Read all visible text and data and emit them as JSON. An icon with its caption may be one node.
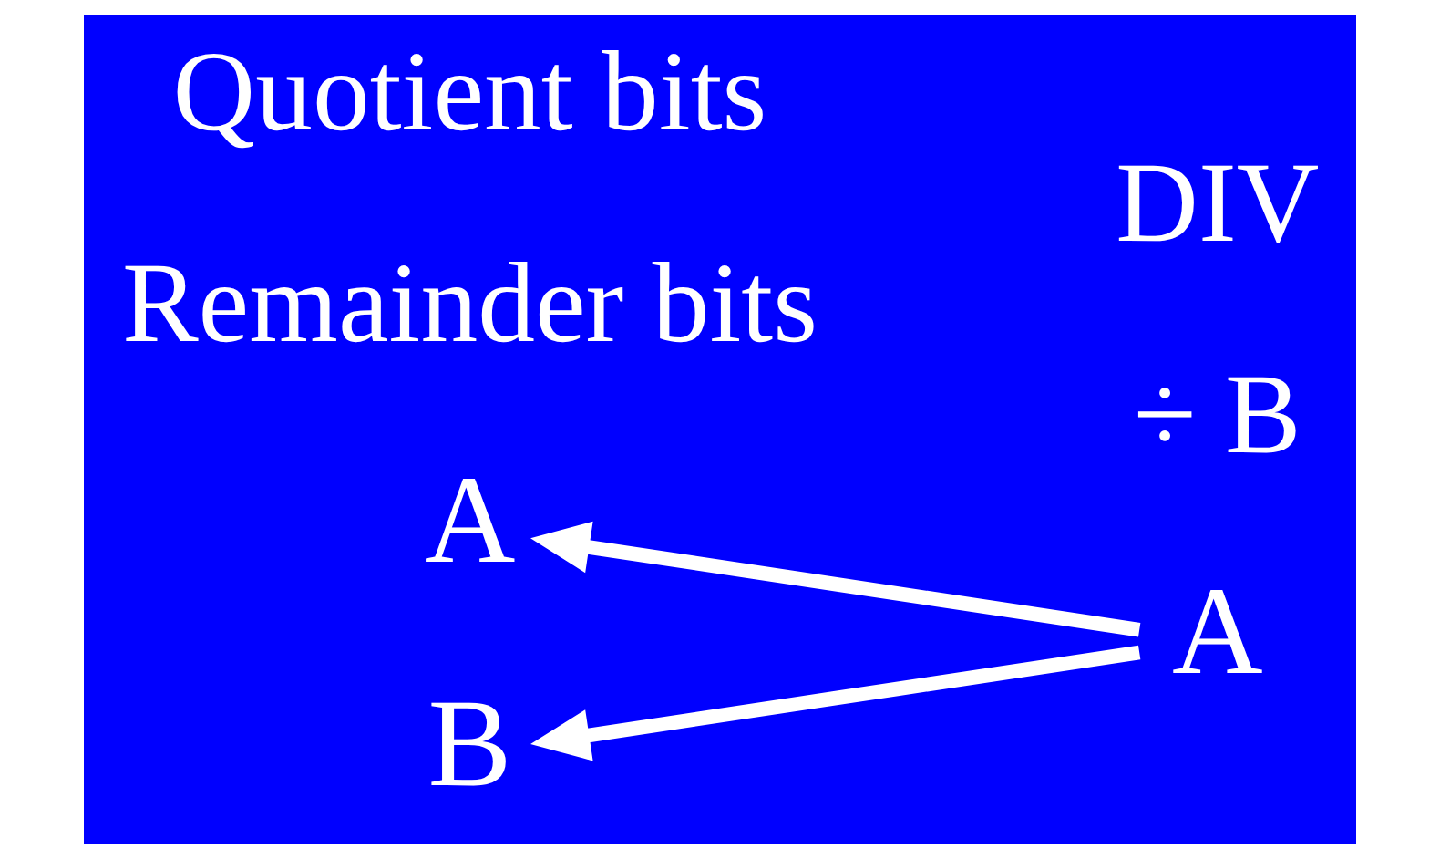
{
  "diagram": {
    "nodes": [
      {
        "text": [
          "A"
        ]
      },
      {
        "text": [
          "A"
        ]
      },
      {
        "text": [
          "B"
        ]
      }
    ],
    "edges": [
      {
        "from": 1,
        "to": 0,
        "arrow": "to"
      },
      {
        "from": 1,
        "to": 2,
        "arrow": "to"
      }
    ],
    "labels": [
      "Remainder bits",
      "÷ B",
      "DIV",
      "Quotient bits"
    ]
  }
}
